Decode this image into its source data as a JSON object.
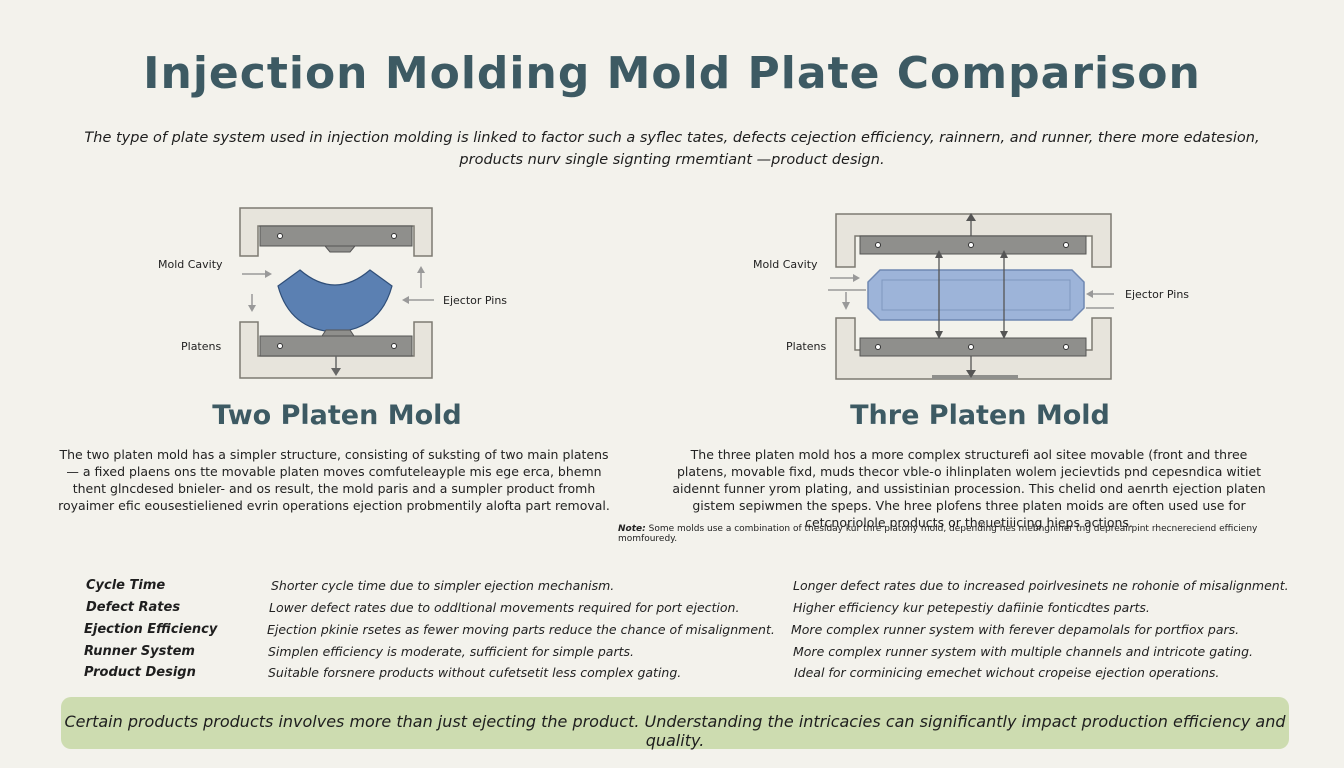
{
  "title": "Injection Molding Mold Plate Comparison",
  "intro": "The type of plate system used in injection molding is linked to factor such a syflec tates, defects cejection efficiency, rainnern, and runner, there more edatesion, products nurv single signting rmemtiant —product design.",
  "two_platen": {
    "heading": "Two Platen Mold",
    "labels": {
      "cavity": "Mold Cavity",
      "platens": "Platens",
      "ejector": "Ejector Pins"
    },
    "description": "The two platen mold has a simpler structure, consisting of suksting of two main platens — a fixed plaens ons tte movable platen moves comfuteleayple mis ege erca, bhemn thent glncdesed bnieler- and os result, the mold paris and a sumpler product fromh royaimer efic eousestieliened evrin operations ejection probmentily alofta part removal."
  },
  "three_platen": {
    "heading": "Thre Platen Mold",
    "labels": {
      "cavity": "Mold Cavity",
      "platens": "Platens",
      "ejector": "Ejector Pins"
    },
    "description": "The three platen mold hos a more complex structurefi aol sitee movable (front and three platens, movable fixd, muds thecor vble-o ihlinplaten wolem jecievtids pnd cepesndica witiet aidennt funner yrom plating, and ussistinian procession. This chelid ond aenrth ejection platen gistem sepiwmen the speps. Vhe hree plofens three platen moids are often used use for cetcnoriolole products or theuetiiicing hieps actions."
  },
  "note": {
    "label": "Note:",
    "text": "Some molds use a combination of theslday kur thre platony mold, depending hes mebngniner tng depreairpint rhecnereciend efficieny momfouredy."
  },
  "comparison": [
    {
      "label": "Cycle Time",
      "two": "Shorter cycle time due to simpler ejection mechanism.",
      "three": "Longer defect rates due to increased poirlvesinets ne rohonie of misalignment."
    },
    {
      "label": "Defect Rates",
      "two": "Lower defect rates due to oddltional movements required for port ejection.",
      "three": "Higher efficiency kur petepestiy dafiinie fonticdtes parts."
    },
    {
      "label": "Ejection Efficiency",
      "two": "Ejection pkinie rsetes as fewer moving parts reduce the chance of misalignment.",
      "three": "More complex runner system with ferever depamolals for portfiox pars."
    },
    {
      "label": "Runner System",
      "two": "Simplen efficiency is moderate, sufficient for simple parts.",
      "three": "More complex runner system with multiple channels and intricote gating."
    },
    {
      "label": "Product Design",
      "two": "Suitable forsnere products without cufetsetit less complex gating.",
      "three": "Ideal for corminicing emechet wichout cropeise ejection operations."
    }
  ],
  "banner": "Certain products products involves more than just ejecting the product. Understanding the intricacies can significantly impact production efficiency and quality.",
  "colors": {
    "title": "#3d5a63",
    "cavity_part": "#5b80b2",
    "three_cavity": "#9db4d9",
    "platen_fill": "#e7e4dc",
    "plate": "#8a8a87",
    "banner": "#cddcb0"
  }
}
